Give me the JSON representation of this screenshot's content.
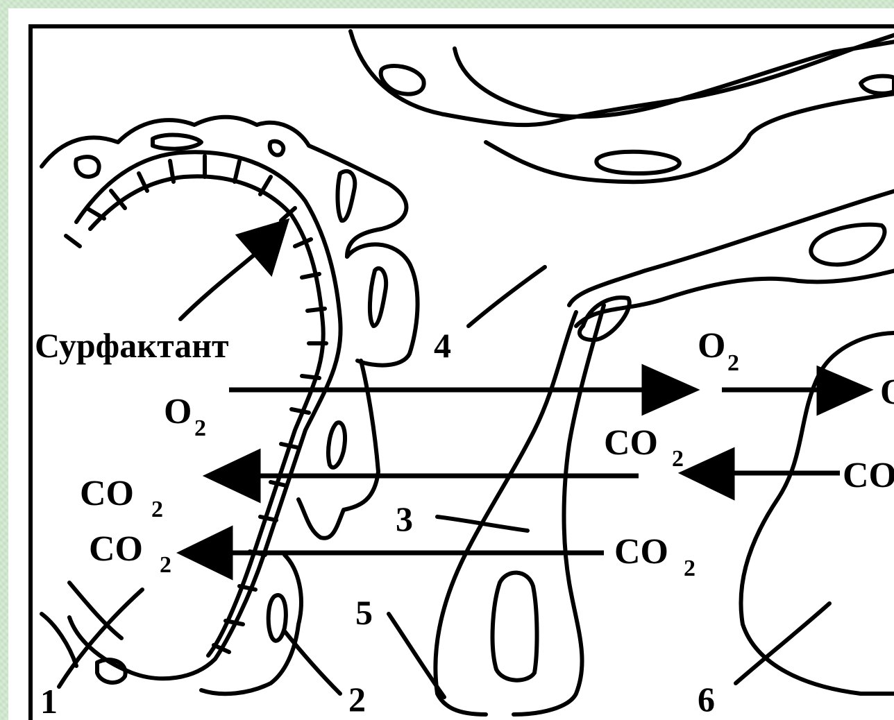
{
  "labels": {
    "surfactant": "Сурфактант",
    "numbers": [
      "1",
      "2",
      "3",
      "4",
      "5",
      "6"
    ]
  },
  "gases": {
    "o2_base": "O",
    "o2_sub": "2",
    "co2_base": "CO",
    "co2_sub": "2"
  },
  "colors": {
    "background": "#cfe8cc",
    "panel": "#ffffff",
    "ink": "#000000"
  }
}
